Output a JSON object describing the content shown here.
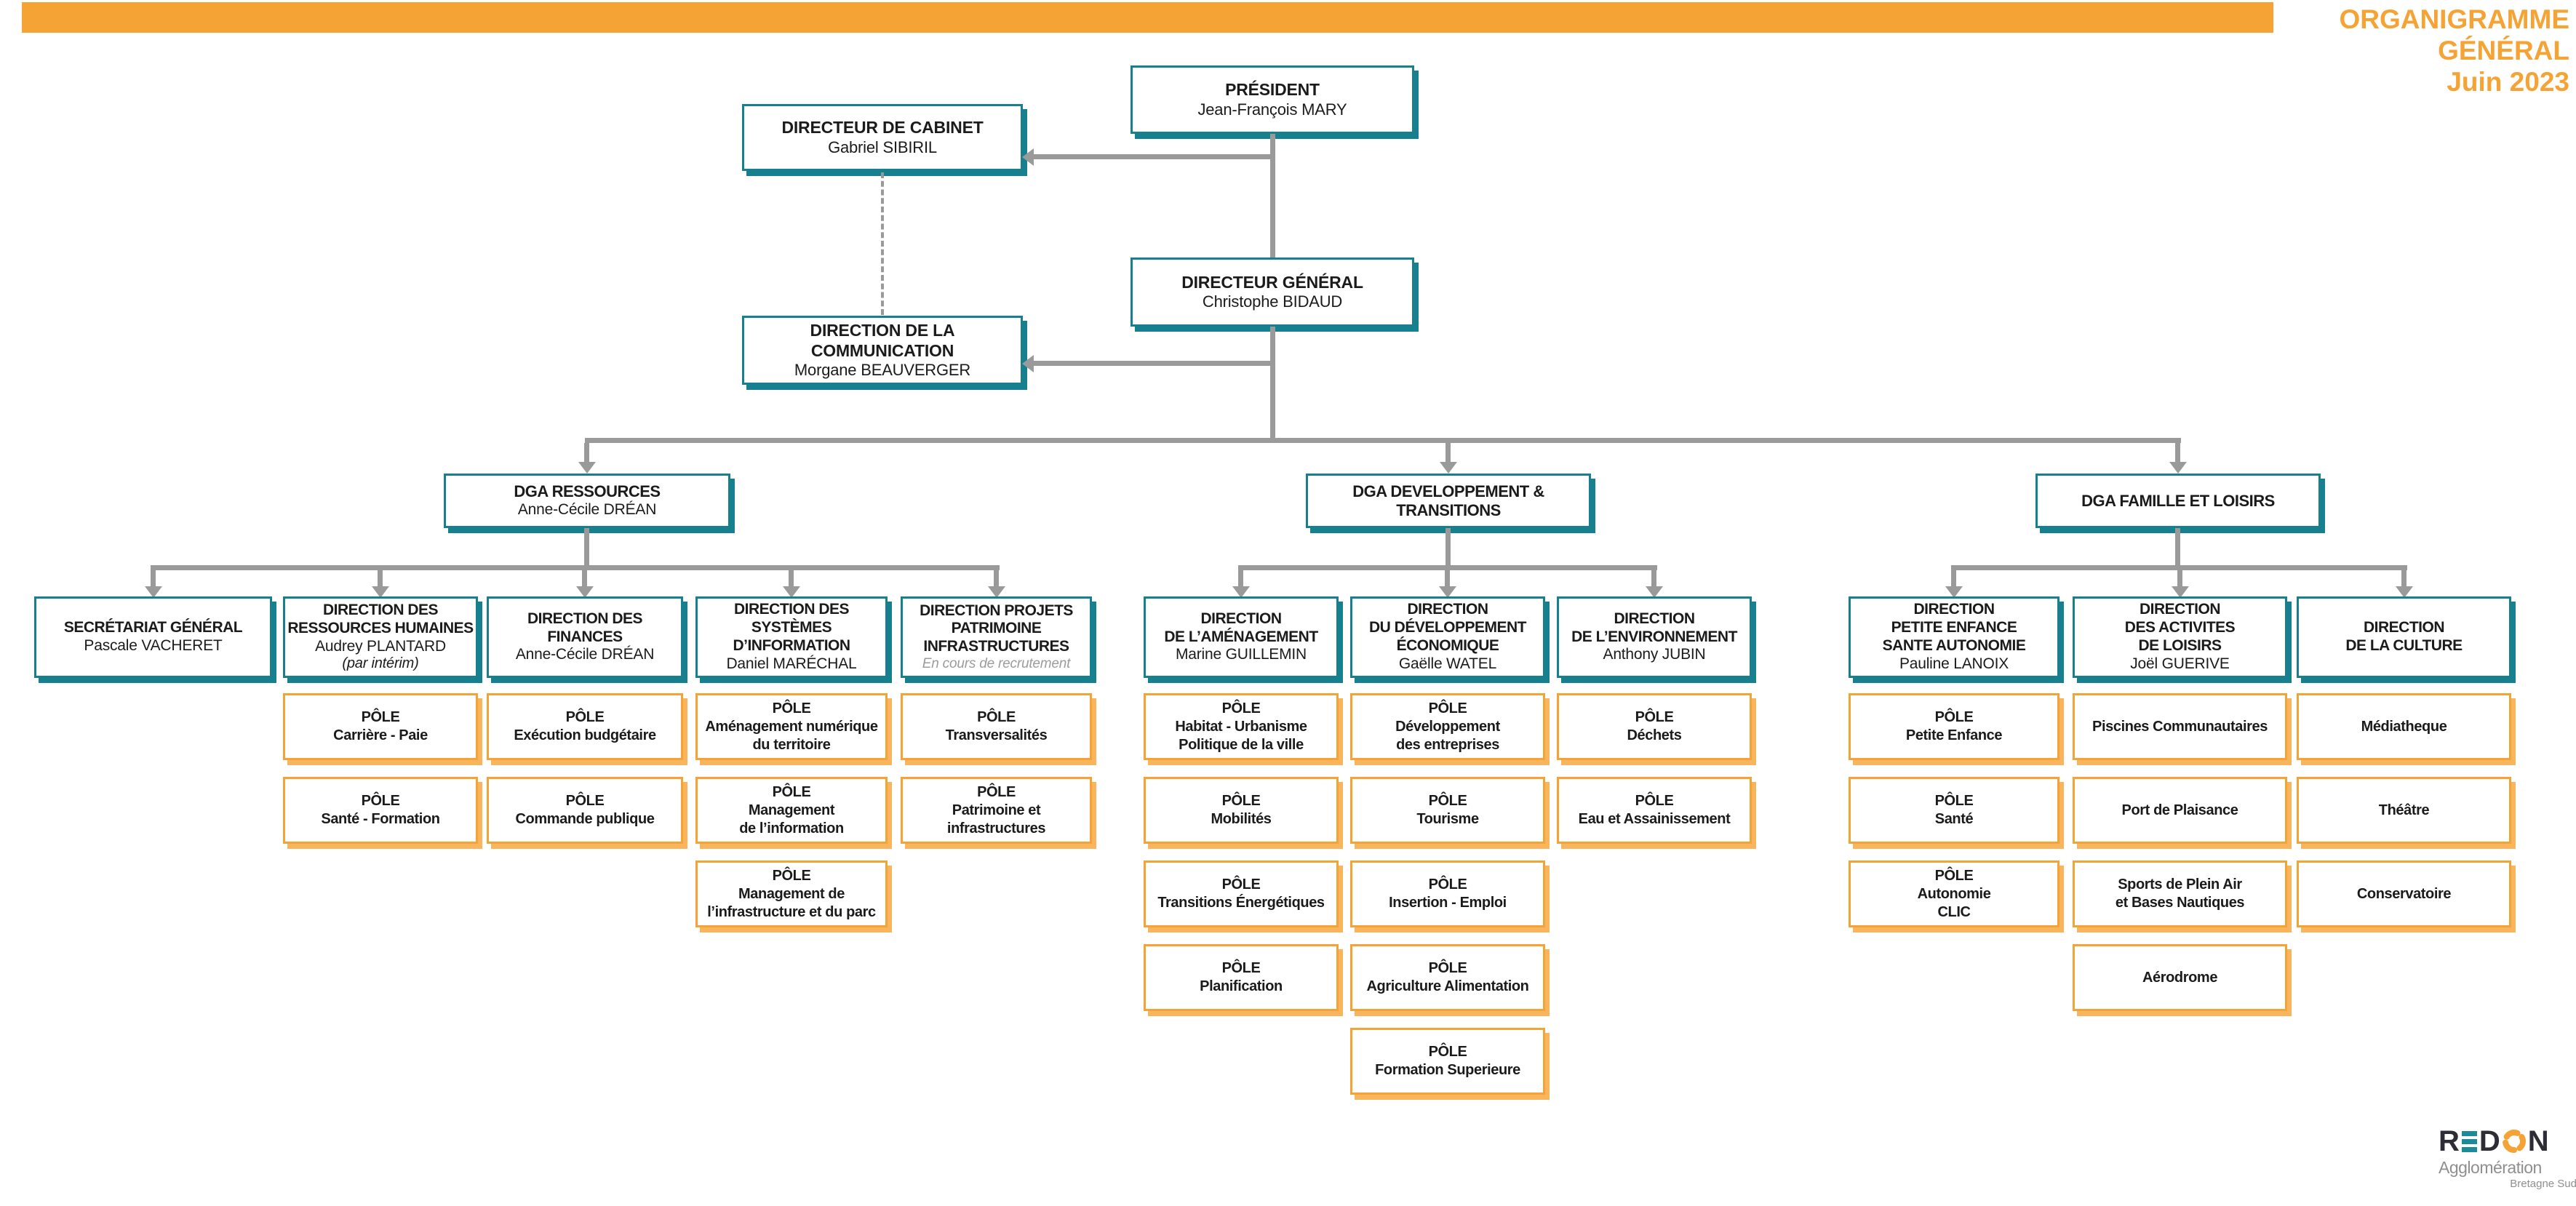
{
  "header": {
    "title_line1": "ORGANIGRAMME GÉNÉRAL",
    "title_line2": "Juin 2023"
  },
  "executive": {
    "president": {
      "title": "PRÉSIDENT",
      "name": "Jean-François MARY"
    },
    "cabinet": {
      "title": "DIRECTEUR DE CABINET",
      "name": "Gabriel SIBIRIL"
    },
    "director_general": {
      "title": "DIRECTEUR GÉNÉRAL",
      "name": "Christophe BIDAUD"
    },
    "communication": {
      "title": "DIRECTION DE LA COMMUNICATION",
      "name": "Morgane BEAUVERGER"
    }
  },
  "groups": [
    {
      "dga": {
        "title": "DGA RESSOURCES",
        "name": "Anne-Cécile DRÉAN"
      },
      "columns": [
        {
          "direction": {
            "title": "SECRÉTARIAT GÉNÉRAL",
            "name": "Pascale VACHERET"
          },
          "poles": []
        },
        {
          "direction": {
            "title": "DIRECTION DES\nRESSOURCES HUMAINES",
            "name": "Audrey PLANTARD",
            "note": "(par intérim)"
          },
          "poles": [
            {
              "label": "PÔLE\nCarrière - Paie"
            },
            {
              "label": "PÔLE\nSanté - Formation"
            }
          ]
        },
        {
          "direction": {
            "title": "DIRECTION DES FINANCES",
            "name": "Anne-Cécile DRÉAN"
          },
          "poles": [
            {
              "label": "PÔLE\nExécution budgétaire"
            },
            {
              "label": "PÔLE\nCommande publique"
            }
          ]
        },
        {
          "direction": {
            "title": "DIRECTION DES SYSTÈMES\nD’INFORMATION",
            "name": "Daniel MARÉCHAL"
          },
          "poles": [
            {
              "label": "PÔLE\nAménagement numérique\ndu territoire"
            },
            {
              "label": "PÔLE\nManagement\nde l’information"
            },
            {
              "label": "PÔLE\nManagement de\nl’infrastructure et du parc"
            }
          ]
        },
        {
          "direction": {
            "title": "DIRECTION PROJETS\nPATRIMOINE\nINFRASTRUCTURES",
            "note_muted": "En cours de recrutement"
          },
          "poles": [
            {
              "label": "PÔLE\nTransversalités"
            },
            {
              "label": "PÔLE\nPatrimoine et infrastructures"
            }
          ]
        }
      ]
    },
    {
      "dga": {
        "title": "DGA DEVELOPPEMENT & TRANSITIONS"
      },
      "columns": [
        {
          "direction": {
            "title": "DIRECTION\nDE L’AMÉNAGEMENT",
            "name": "Marine GUILLEMIN"
          },
          "poles": [
            {
              "label": "PÔLE\nHabitat - Urbanisme\nPolitique de la ville"
            },
            {
              "label": "PÔLE\nMobilités"
            },
            {
              "label": "PÔLE\nTransitions Énergétiques"
            },
            {
              "label": "PÔLE\nPlanification"
            }
          ]
        },
        {
          "direction": {
            "title": "DIRECTION\nDU DÉVELOPPEMENT\nÉCONOMIQUE",
            "name": "Gaëlle WATEL"
          },
          "poles": [
            {
              "label": "PÔLE\nDéveloppement\ndes entreprises"
            },
            {
              "label": "PÔLE\nTourisme"
            },
            {
              "label": "PÔLE\nInsertion - Emploi"
            },
            {
              "label": "PÔLE\nAgriculture Alimentation"
            },
            {
              "label": "PÔLE\nFormation Superieure"
            }
          ]
        },
        {
          "direction": {
            "title": "DIRECTION\nDE L’ENVIRONNEMENT",
            "name": "Anthony JUBIN"
          },
          "poles": [
            {
              "label": "PÔLE\nDéchets"
            },
            {
              "label": "PÔLE\nEau et Assainissement"
            }
          ]
        }
      ]
    },
    {
      "dga": {
        "title": "DGA FAMILLE ET LOISIRS"
      },
      "columns": [
        {
          "direction": {
            "title": "DIRECTION\nPETITE ENFANCE\nSANTE AUTONOMIE",
            "name": "Pauline LANOIX"
          },
          "poles": [
            {
              "label": "PÔLE\nPetite Enfance"
            },
            {
              "label": "PÔLE\nSanté"
            },
            {
              "label": "PÔLE\nAutonomie\nCLIC"
            }
          ]
        },
        {
          "direction": {
            "title": "DIRECTION\nDES ACTIVITES\nDE LOISIRS",
            "name": "Joël GUERIVE"
          },
          "poles": [
            {
              "label": "Piscines Communautaires"
            },
            {
              "label": "Port de Plaisance"
            },
            {
              "label": "Sports de Plein Air\net Bases Nautiques"
            },
            {
              "label": "Aérodrome"
            }
          ]
        },
        {
          "direction": {
            "title": "DIRECTION\nDE LA CULTURE"
          },
          "poles": [
            {
              "label": "Médiatheque"
            },
            {
              "label": "Théâtre"
            },
            {
              "label": "Conservatoire"
            }
          ]
        }
      ]
    }
  ],
  "logo": {
    "brand": "REDON",
    "line1": "Agglomération",
    "line2": "Bretagne Sud"
  },
  "colors": {
    "teal": "#17808F",
    "orange": "#F6A335",
    "line_gray": "#9A9A9A",
    "muted_gray": "#9C9C9C",
    "title_orange": "#F6A335"
  }
}
